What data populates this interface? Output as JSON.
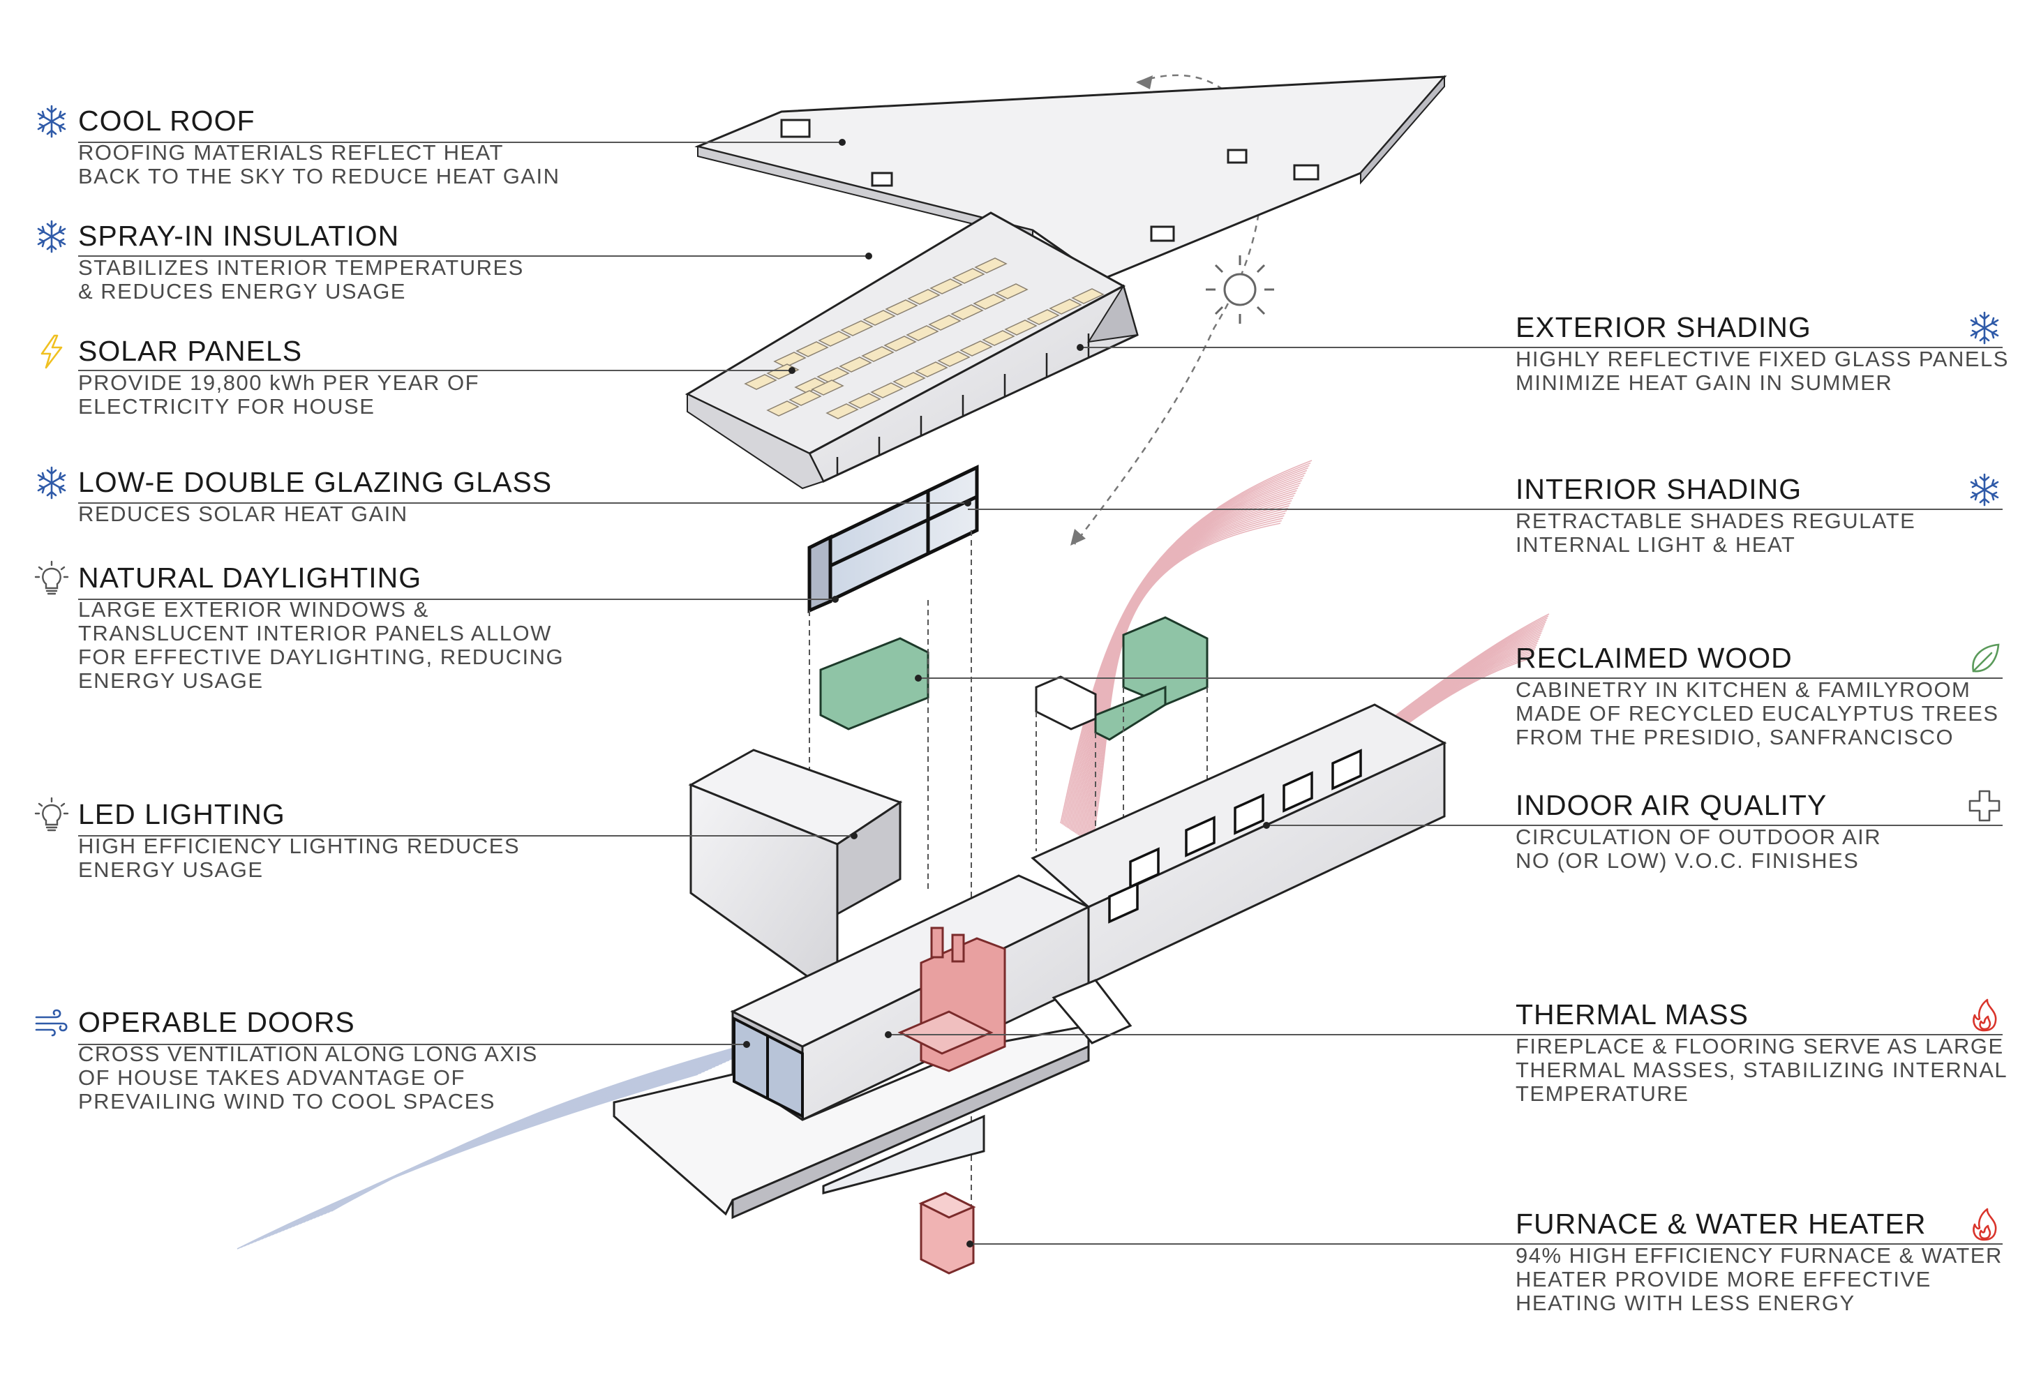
{
  "colors": {
    "cool": "#2f5aa8",
    "energy": "#f0c020",
    "light": "#555555",
    "wind": "#2f5aa8",
    "green": "#5a9a5a",
    "heat": "#d9342b",
    "leader": "#555555",
    "wood": "#8fc4a6",
    "fire": "#e8a0a0",
    "panel": "#f5e7c2"
  },
  "left_callouts": [
    {
      "icon": "snowflake-icon",
      "title": "COOL ROOF",
      "lines": [
        "ROOFING MATERIALS REFLECT HEAT",
        "BACK TO THE SKY TO REDUCE HEAT GAIN"
      ]
    },
    {
      "icon": "snowflake-icon",
      "title": "SPRAY-IN INSULATION",
      "lines": [
        "STABILIZES INTERIOR TEMPERATURES",
        "& REDUCES ENERGY USAGE"
      ]
    },
    {
      "icon": "lightning-icon",
      "title": "SOLAR PANELS",
      "lines": [
        "PROVIDE 19,800 kWh PER YEAR OF",
        "ELECTRICITY FOR HOUSE"
      ]
    },
    {
      "icon": "snowflake-icon",
      "title": "LOW-E DOUBLE GLAZING GLASS",
      "lines": [
        "REDUCES SOLAR HEAT GAIN"
      ]
    },
    {
      "icon": "lightbulb-icon",
      "title": "NATURAL DAYLIGHTING",
      "lines": [
        "LARGE EXTERIOR WINDOWS &",
        "TRANSLUCENT INTERIOR PANELS ALLOW",
        "FOR EFFECTIVE DAYLIGHTING, REDUCING",
        "ENERGY USAGE"
      ]
    },
    {
      "icon": "lightbulb-icon",
      "title": "LED LIGHTING",
      "lines": [
        "HIGH EFFICIENCY LIGHTING REDUCES",
        "ENERGY USAGE"
      ]
    },
    {
      "icon": "wind-icon",
      "title": "OPERABLE DOORS",
      "lines": [
        "CROSS VENTILATION ALONG LONG AXIS",
        "OF HOUSE TAKES ADVANTAGE OF",
        "PREVAILING WIND TO COOL SPACES"
      ]
    }
  ],
  "right_callouts": [
    {
      "icon": "snowflake-icon",
      "title": "EXTERIOR SHADING",
      "lines": [
        "HIGHLY REFLECTIVE FIXED GLASS PANELS",
        "MINIMIZE HEAT GAIN IN SUMMER"
      ]
    },
    {
      "icon": "snowflake-icon",
      "title": "INTERIOR SHADING",
      "lines": [
        "RETRACTABLE SHADES REGULATE",
        "INTERNAL LIGHT & HEAT"
      ]
    },
    {
      "icon": "leaf-icon",
      "title": "RECLAIMED WOOD",
      "lines": [
        "CABINETRY IN KITCHEN & FAMILYROOM",
        "MADE OF RECYCLED EUCALYPTUS TREES",
        "FROM THE PRESIDIO, SANFRANCISCO"
      ]
    },
    {
      "icon": "cross-icon",
      "title": "INDOOR AIR QUALITY",
      "lines": [
        "CIRCULATION OF OUTDOOR AIR",
        "NO (OR LOW)  V.O.C. FINISHES"
      ]
    },
    {
      "icon": "flame-icon",
      "title": "THERMAL MASS",
      "lines": [
        "FIREPLACE & FLOORING SERVE AS LARGE",
        "THERMAL MASSES, STABILIZING INTERNAL",
        "TEMPERATURE"
      ]
    },
    {
      "icon": "flame-icon",
      "title": "FURNACE & WATER HEATER",
      "lines": [
        "94% HIGH EFFICIENCY FURNACE & WATER",
        "HEATER PROVIDE MORE EFFECTIVE",
        "HEATING WITH LESS ENERGY"
      ]
    }
  ]
}
